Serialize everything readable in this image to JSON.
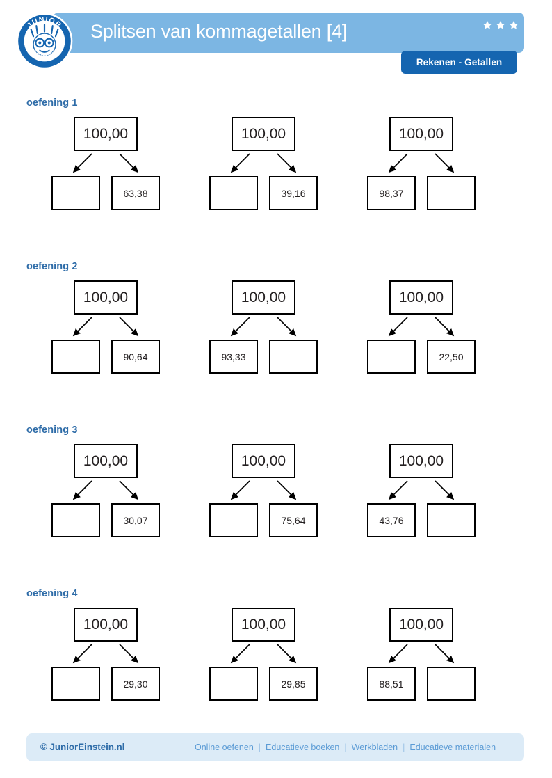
{
  "header": {
    "title": "Splitsen van kommagetallen [4]",
    "category_badge": "Rekenen - Getallen",
    "stars": 3,
    "star_icon": "star-icon",
    "logo_alt": "Junior Einstein",
    "logo_text_top": "JUNIOR",
    "logo_text_bottom": "EINSTEIN",
    "colors": {
      "header_bg": "#7cb6e3",
      "badge_bg": "#1565b0",
      "title_text": "#ffffff",
      "star": "#ffffff"
    }
  },
  "worksheet": {
    "top_value": "100,00",
    "exercises": [
      {
        "label": "oefening 1",
        "problems": [
          {
            "top": "100,00",
            "left": "",
            "right": "63,38"
          },
          {
            "top": "100,00",
            "left": "",
            "right": "39,16"
          },
          {
            "top": "100,00",
            "left": "98,37",
            "right": ""
          }
        ]
      },
      {
        "label": "oefening 2",
        "problems": [
          {
            "top": "100,00",
            "left": "",
            "right": "90,64"
          },
          {
            "top": "100,00",
            "left": "93,33",
            "right": ""
          },
          {
            "top": "100,00",
            "left": "",
            "right": "22,50"
          }
        ]
      },
      {
        "label": "oefening 3",
        "problems": [
          {
            "top": "100,00",
            "left": "",
            "right": "30,07"
          },
          {
            "top": "100,00",
            "left": "",
            "right": "75,64"
          },
          {
            "top": "100,00",
            "left": "43,76",
            "right": ""
          }
        ]
      },
      {
        "label": "oefening 4",
        "problems": [
          {
            "top": "100,00",
            "left": "",
            "right": "29,30"
          },
          {
            "top": "100,00",
            "left": "",
            "right": "29,85"
          },
          {
            "top": "100,00",
            "left": "88,51",
            "right": ""
          }
        ]
      }
    ],
    "colors": {
      "exercise_label": "#2e6ca8",
      "box_border": "#000000",
      "box_text": "#231f20"
    }
  },
  "footer": {
    "copyright": "© JuniorEinstein.nl",
    "links": [
      "Online oefenen",
      "Educatieve boeken",
      "Werkbladen",
      "Educatieve materialen"
    ],
    "separator": "|",
    "colors": {
      "bg": "#dcebf7",
      "copyright_text": "#2e6ca8",
      "link_text": "#5b9bd5"
    }
  }
}
